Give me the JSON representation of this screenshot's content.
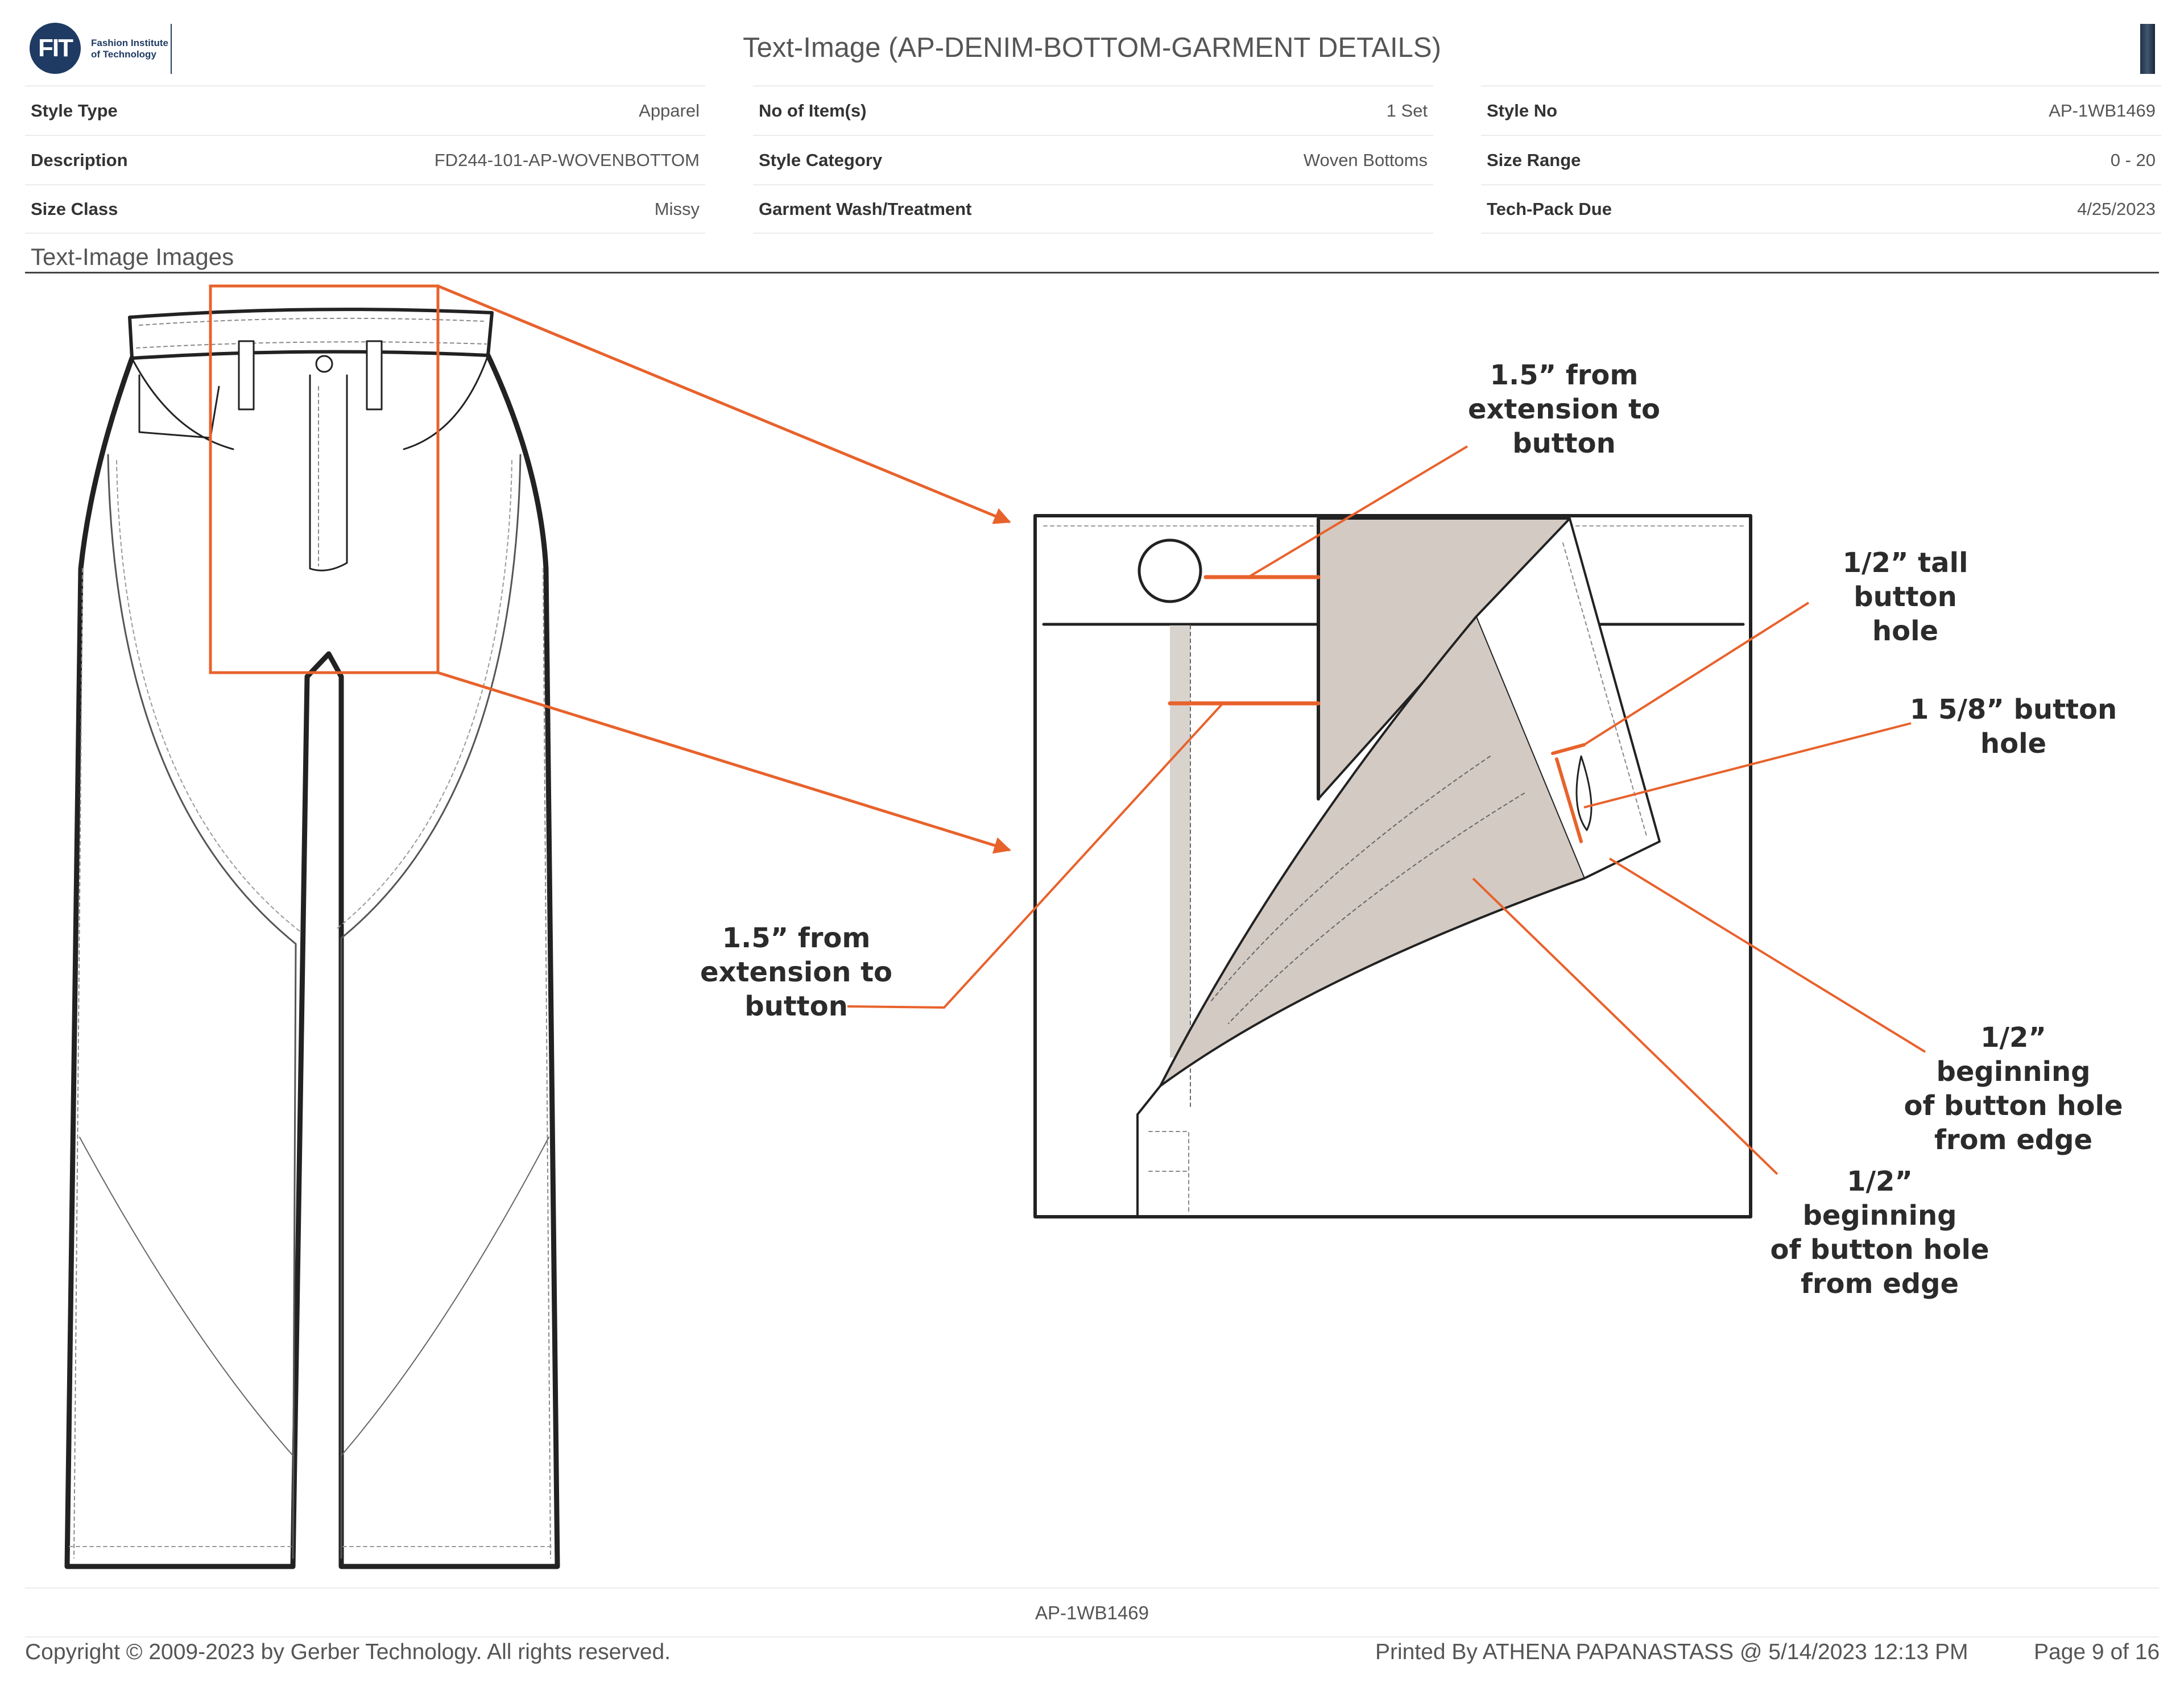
{
  "header": {
    "logo_mark": "FIT",
    "logo_text_line1": "Fashion Institute",
    "logo_text_line2": "of Technology",
    "title": "Text-Image (AP-DENIM-BOTTOM-GARMENT DETAILS)"
  },
  "info": {
    "col1": [
      {
        "label": "Style Type",
        "value": "Apparel"
      },
      {
        "label": "Description",
        "value": "FD244-101-AP-WOVENBOTTOM"
      },
      {
        "label": "Size Class",
        "value": "Missy"
      }
    ],
    "col2": [
      {
        "label": "No of Item(s)",
        "value": "1 Set"
      },
      {
        "label": "Style Category",
        "value": "Woven Bottoms"
      },
      {
        "label": "Garment Wash/Treatment",
        "value": ""
      }
    ],
    "col3": [
      {
        "label": "Style No",
        "value": "AP-1WB1469"
      },
      {
        "label": "Size Range",
        "value": "0 - 20"
      },
      {
        "label": "Tech-Pack Due",
        "value": "4/25/2023"
      }
    ]
  },
  "section": {
    "title": "Text-Image Images"
  },
  "callouts": {
    "top_extension": "1.5” from\nextension to\nbutton",
    "left_extension": "1.5” from\nextension to\nbutton",
    "tall_button_hole": "1/2” tall button\nhole",
    "button_hole_length": "1 5/8” button\nhole",
    "beginning_right": "1/2” beginning\nof button hole\nfrom edge",
    "beginning_lower": "1/2” beginning\nof button hole\nfrom edge"
  },
  "colors": {
    "accent": "#e8622c",
    "logo_navy": "#1f3b63",
    "line": "#222222",
    "fill_tan": "#d3cac3"
  },
  "footer": {
    "style_no": "AP-1WB1469",
    "copyright": "Copyright © 2009-2023 by Gerber Technology. All rights reserved.",
    "printed_by": "Printed By ATHENA PAPANASTASS @ 5/14/2023 12:13 PM",
    "page": "Page 9 of 16"
  }
}
